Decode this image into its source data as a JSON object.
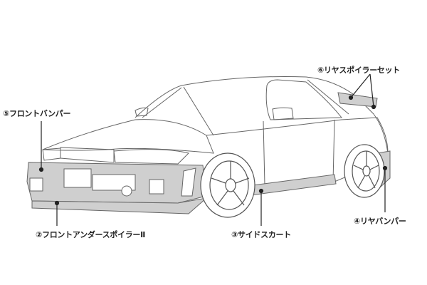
{
  "labels": {
    "rear_spoiler": "⑥リヤスポイラーセット",
    "front_bumper": "⑤フロントバンパー",
    "front_under_spoiler": "②フロントアンダースポイラーⅡ",
    "side_skirt": "③サイドスカート",
    "rear_bumper": "④リヤバンパー"
  },
  "colors": {
    "part_fill": "#cfcfcf",
    "line": "#555555",
    "leader": "#222222"
  }
}
